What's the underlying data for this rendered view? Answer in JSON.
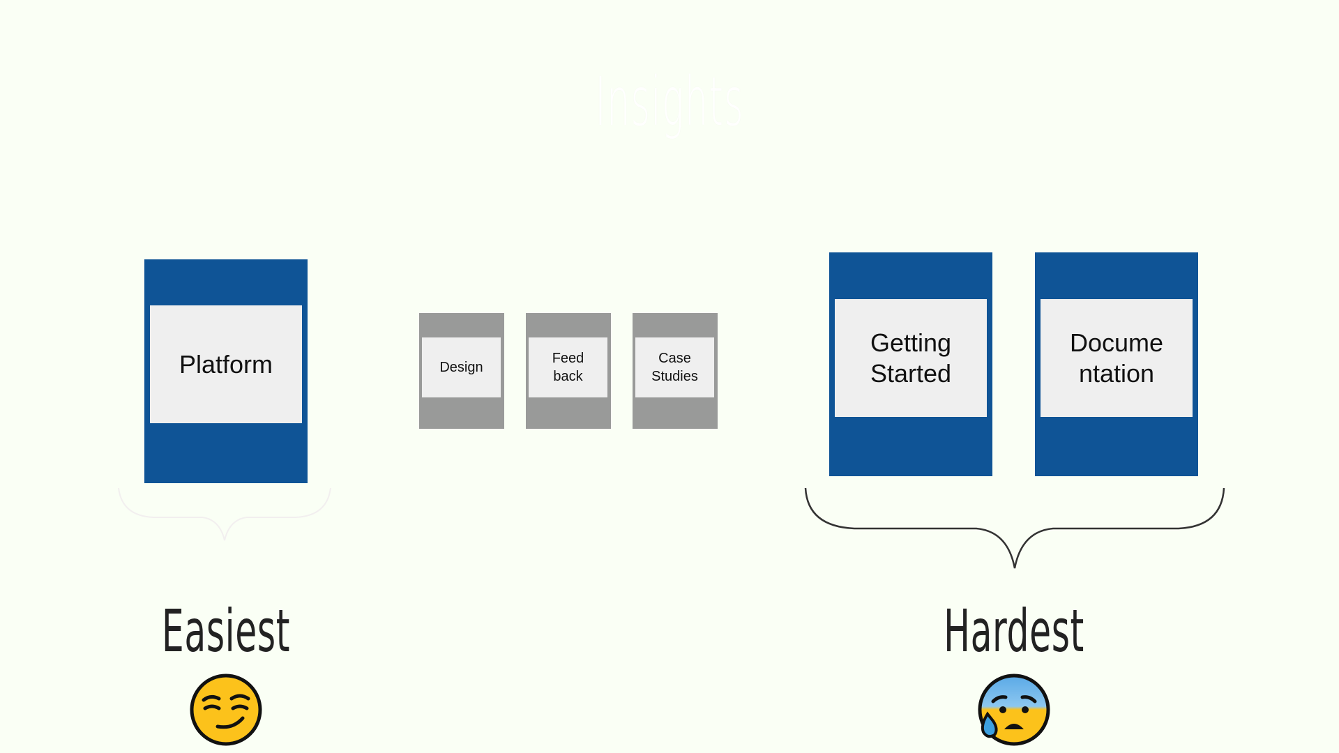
{
  "title": "Insights",
  "cards": {
    "platform": "Platform",
    "design": "Design",
    "feedback": "Feed\nback",
    "case_studies": "Case\nStudies",
    "getting_started": "Getting\nStarted",
    "documentation": "Docume\nntation"
  },
  "labels": {
    "easiest": "Easiest",
    "hardest": "Hardest"
  },
  "icons": {
    "easiest": "smirking-face-icon",
    "hardest": "anxious-face-with-sweat-icon"
  },
  "colors": {
    "blue_card": "#0f5496",
    "grey_card": "#999a99",
    "inner_box": "#efefef",
    "background": "#fafff5"
  }
}
